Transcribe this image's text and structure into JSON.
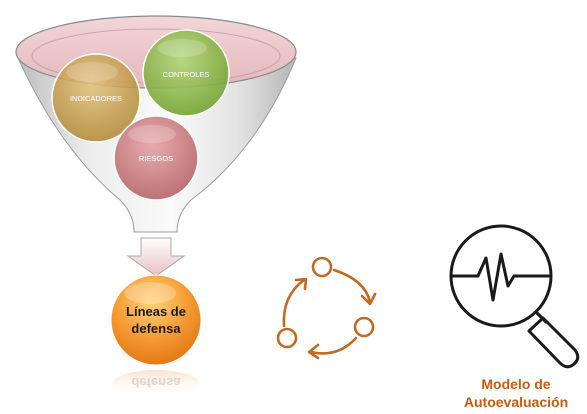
{
  "funnel": {
    "bubbles": [
      {
        "name": "indicadores",
        "label": "INDICADORES",
        "color": "#c9a24a"
      },
      {
        "name": "controles",
        "label": "CONTROLES",
        "color": "#8bbd3f"
      },
      {
        "name": "riesgos",
        "label": "RIESGOS",
        "color": "#c9787a"
      }
    ]
  },
  "output": {
    "line1": "Líneas de",
    "line2": "defensa",
    "reflection": "defensa",
    "color": "#ed8a26"
  },
  "cycle": {
    "icon": "cycle-arrows-icon",
    "color": "#c16a22"
  },
  "model": {
    "icon": "magnifier-waveform-icon",
    "line1": "Modelo de",
    "line2": "Autoevaluación",
    "color": "#c65b11"
  }
}
